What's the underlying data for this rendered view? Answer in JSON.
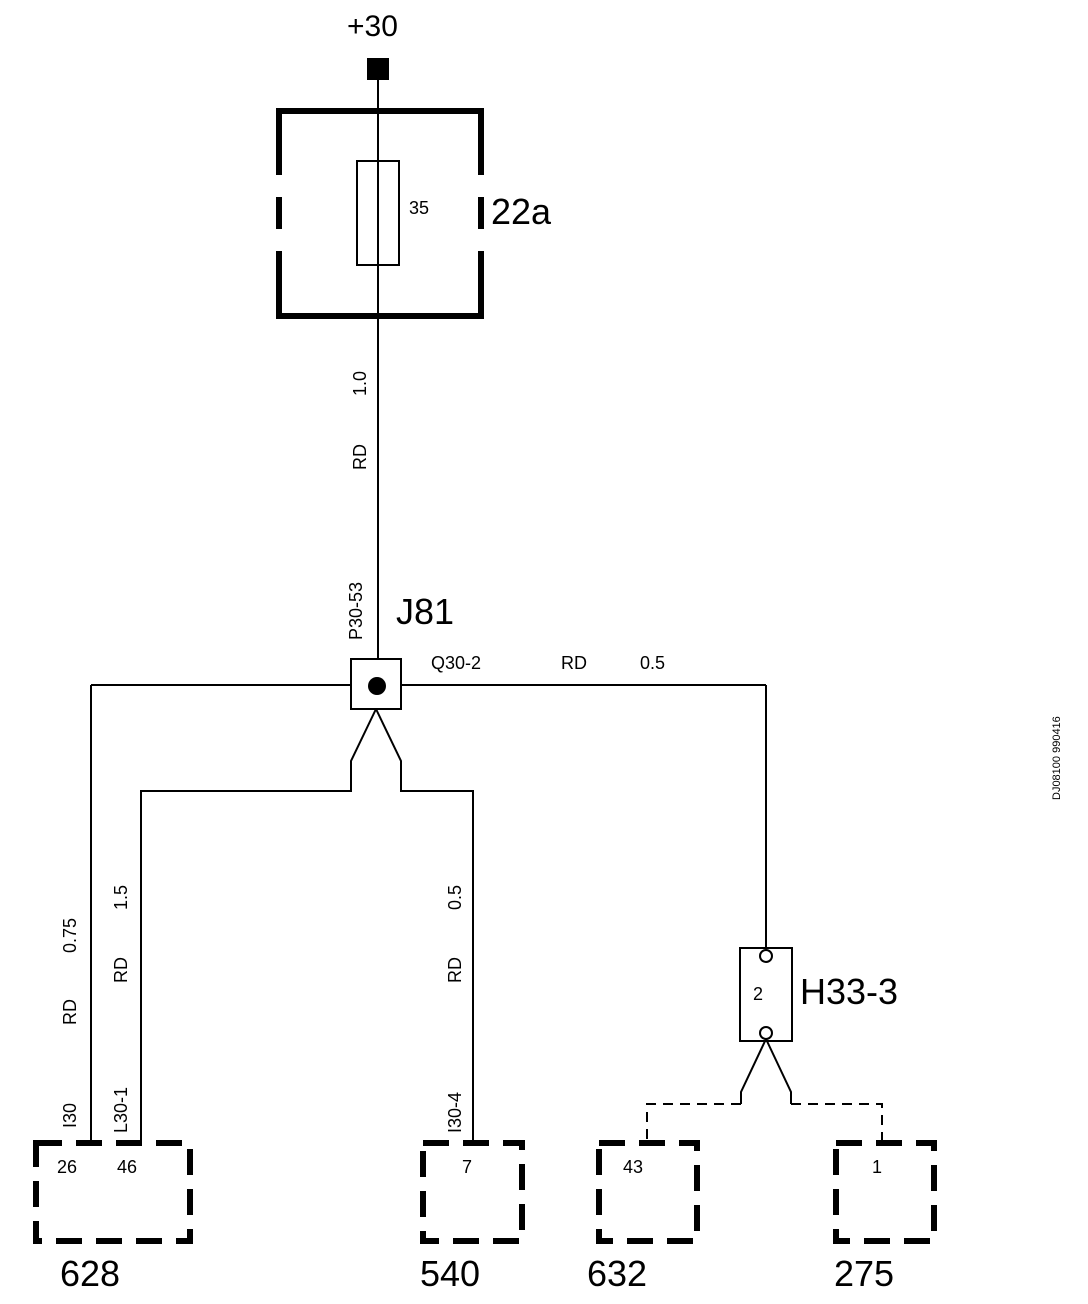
{
  "supply": {
    "label": "+30"
  },
  "fuse": {
    "block_label": "22a",
    "rating": "35"
  },
  "main_wire": {
    "color": "RD",
    "size": "1.0"
  },
  "splice": {
    "label": "J81",
    "in_wire_id": "P30-53"
  },
  "right_branch": {
    "wire_id": "Q30-2",
    "color": "RD",
    "size": "0.5"
  },
  "branches": [
    {
      "color": "RD",
      "size": "0.75",
      "wire_id": "I30"
    },
    {
      "color": "RD",
      "size": "1.5",
      "wire_id": "L30-1"
    },
    {
      "color": "RD",
      "size": "0.5",
      "wire_id": "I30-4"
    }
  ],
  "h33": {
    "label": "H33-3",
    "pin": "2"
  },
  "connectors": [
    {
      "name": "628",
      "pins": [
        "26",
        "46"
      ]
    },
    {
      "name": "540",
      "pins": [
        "7"
      ]
    },
    {
      "name": "632",
      "pins": [
        "43"
      ]
    },
    {
      "name": "275",
      "pins": [
        "1"
      ]
    }
  ],
  "doc_id": "DJ08100 990416"
}
